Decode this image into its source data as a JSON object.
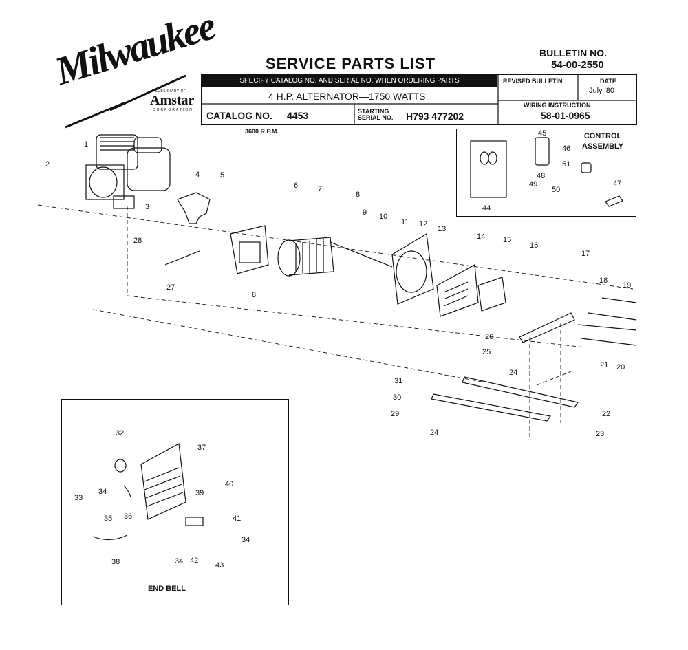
{
  "header": {
    "logo": "Milwaukee",
    "subsidiary": "A SUBSIDIARY OF",
    "amstar": "Amstar",
    "corporation": "CORPORATION",
    "title": "SERVICE PARTS LIST",
    "bulletin_label": "BULLETIN NO.",
    "bulletin_no": "54-00-2550",
    "specify": "SPECIFY CATALOG NO. AND SERIAL NO. WHEN ORDERING PARTS",
    "model": "4 H.P. ALTERNATOR—1750 WATTS",
    "catalog_label": "CATALOG NO.",
    "catalog_no": "4453",
    "starting_label_1": "STARTING",
    "starting_label_2": "SERIAL NO.",
    "serial_no": "H793 477202",
    "revised_label": "REVISED BULLETIN",
    "date_label": "DATE",
    "date_value": "July '80",
    "wiring_label": "WIRING INSTRUCTION",
    "wiring_no": "58-01-0965",
    "rpm": "3600 R.P.M."
  },
  "control": {
    "label_1": "CONTROL",
    "label_2": "ASSEMBLY"
  },
  "end_bell": {
    "label": "END BELL"
  },
  "part_numbers": [
    "1",
    "2",
    "3",
    "4",
    "5",
    "6",
    "7",
    "8",
    "8",
    "9",
    "10",
    "11",
    "12",
    "13",
    "14",
    "15",
    "16",
    "17",
    "18",
    "19",
    "20",
    "21",
    "22",
    "23",
    "24",
    "24",
    "25",
    "26",
    "27",
    "28",
    "29",
    "30",
    "31",
    "32",
    "33",
    "34",
    "34",
    "34",
    "35",
    "36",
    "37",
    "38",
    "39",
    "40",
    "41",
    "42",
    "43",
    "44",
    "45",
    "46",
    "47",
    "48",
    "49",
    "50",
    "51"
  ]
}
